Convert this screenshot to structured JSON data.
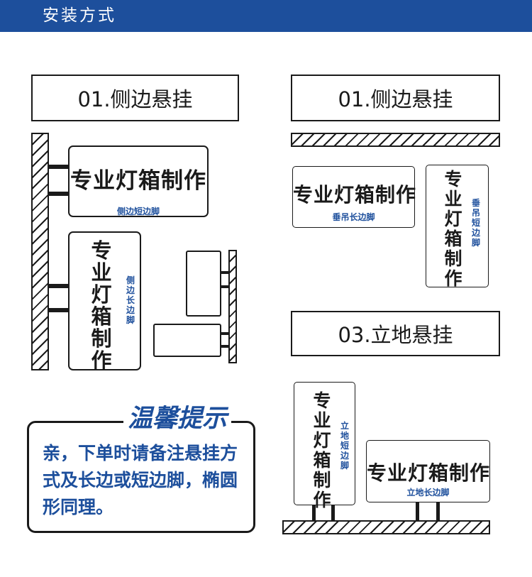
{
  "header": {
    "title": "安装方式",
    "color": "#1d4f9c"
  },
  "sections": {
    "side_hang": "01.侧边悬挂",
    "top_hang": "01.侧边悬挂",
    "floor_stand": "03.立地悬挂"
  },
  "signs": {
    "side_short": {
      "title": "专业灯箱制作",
      "sub": "侧边短边脚"
    },
    "side_long": {
      "title": "专业灯箱制作",
      "sub": "侧边长边脚"
    },
    "hang_long": {
      "title": "专业灯箱制作",
      "sub": "垂吊长边脚"
    },
    "hang_short": {
      "title": "专业灯箱制作",
      "sub": "垂吊短边脚"
    },
    "stand_short": {
      "title": "专业灯箱制作",
      "sub": "立地短边脚"
    },
    "stand_long": {
      "title": "专业灯箱制作",
      "sub": "立地长边脚"
    }
  },
  "tip": {
    "heading": "温馨提示",
    "text": "亲，下单时请备注悬挂方式及长边或短边脚，椭圆形同理。"
  }
}
